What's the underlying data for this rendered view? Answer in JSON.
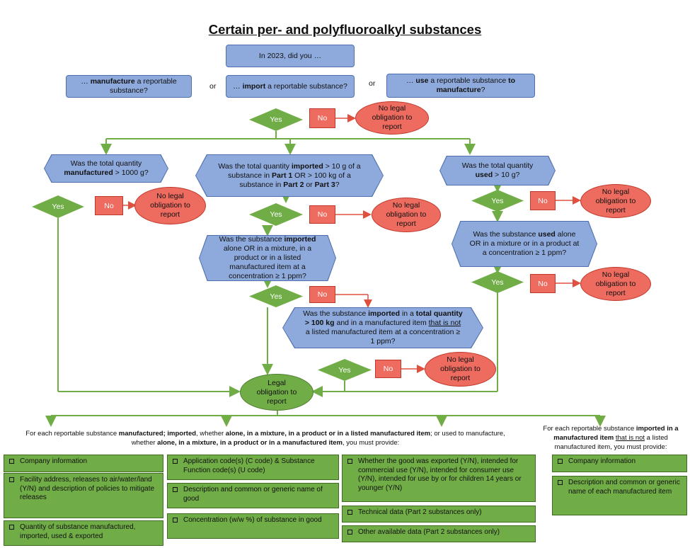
{
  "title": "Certain per- and polyfluoroalkyl substances",
  "top": {
    "question": "In 2023, did you …",
    "or_label": "or",
    "manufacture": {
      "pre": "… ",
      "bold": "manufacture",
      "post": " a reportable substance?"
    },
    "import": {
      "pre": "… ",
      "bold": "import",
      "post": " a reportable substance?"
    },
    "use": {
      "pre": "… ",
      "bold": "use",
      "mid": " a reportable substance ",
      "bold2": "to manufacture",
      "post": "?"
    }
  },
  "labels": {
    "yes": "Yes",
    "no": "No",
    "no_legal": "No legal obligation to report",
    "legal": "Legal obligation to report"
  },
  "questions": {
    "manufactured_qty": {
      "pre": "Was the total quantity ",
      "bold": "manufactured",
      "post": "  > 1000 g?"
    },
    "imported_qty": {
      "p1": "Was the total quantity ",
      "b1": "imported",
      "p2": " > 10 g of a substance in ",
      "b2": "Part 1",
      "p3": " OR > 100 kg of a substance in ",
      "b3": "Part 2",
      "p4": " or ",
      "b4": "Part 3",
      "p5": "?"
    },
    "used_qty": {
      "pre": "Was the total quantity ",
      "bold": "used",
      "post": " > 10 g?"
    },
    "imported_alone": {
      "pre": "Was the substance ",
      "bold": "imported",
      "post": " alone OR in a mixture, in a product or in a listed manufactured item at a concentration ≥ 1 ppm?"
    },
    "used_alone": {
      "pre": "Was the substance ",
      "bold": "used",
      "post": " alone OR in a mixture or in a product at a concentration ≥ 1 ppm?"
    },
    "imported_total": {
      "p1": "Was the substance ",
      "b1": "imported",
      "p2": " in a ",
      "b2": "total quantity > 100 kg",
      "p3": " and in a manufactured item ",
      "u1": "that is not",
      "p4": " a listed manufactured item at a concentration ≥ 1 ppm?"
    }
  },
  "notes": {
    "main": {
      "p1": "For each reportable substance ",
      "b1": "manufactured;  imported",
      "p2": ", whether ",
      "b2": "alone, in a mixture, in a product or in a listed manufactured item",
      "p3": "; or used to manufacture, whether ",
      "b3": "alone, in a mixture, in a product or in a manufactured item",
      "p4": ", you must provide:"
    },
    "item": {
      "p1": "For each reportable substance ",
      "b1": "imported in a manufactured item",
      "p2": " ",
      "u1": "that is not",
      "p3": " a listed manufactured item, you must provide:"
    }
  },
  "requirements": {
    "col1": [
      "Company information",
      "Facility address, releases to air/water/land (Y/N) and description of policies to mitigate releases",
      "Quantity of substance manufactured, imported, used & exported"
    ],
    "col2": [
      "Application code(s) (C code) & Substance Function code(s) (U code)",
      "Description and common or generic name of good",
      "Concentration (w/w %) of substance in good"
    ],
    "col3": [
      "Whether the good was exported (Y/N), intended for commercial use (Y/N), intended for consumer use (Y/N), intended for use by or for children 14 years or younger (Y/N)",
      "Technical data (Part 2 substances only)",
      "Other available data (Part 2 substances only)"
    ],
    "col4": [
      "Company information",
      "Description and common or generic name of each manufactured item"
    ]
  },
  "colors": {
    "blue": "#8eaadc",
    "green": "#71ad47",
    "red": "#ee6b60"
  }
}
